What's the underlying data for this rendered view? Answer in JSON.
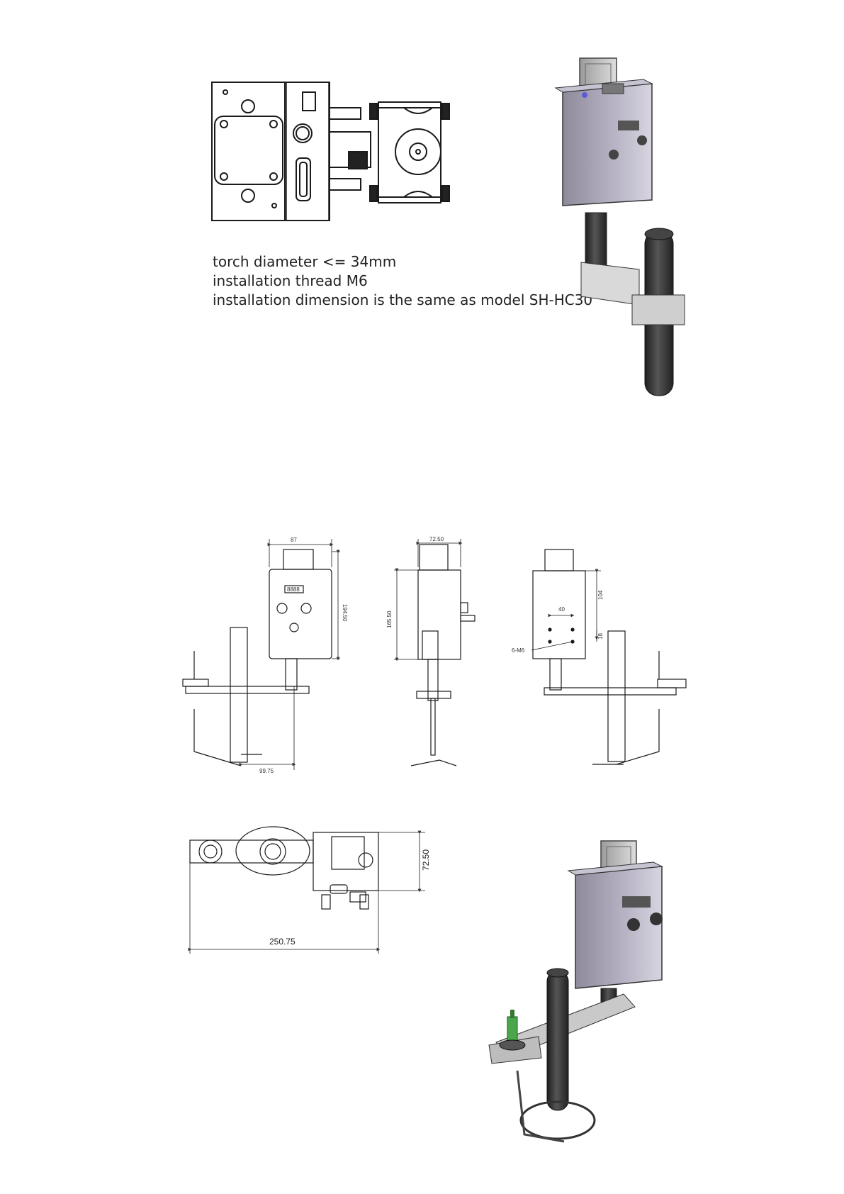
{
  "spec_notes": [
    "torch diameter <= 34mm",
    "installation thread M6",
    "installation dimension is the same as model SH-HC30"
  ],
  "dimensions": {
    "front_width": "87",
    "front_height": "194.50",
    "front_offset": "99.75",
    "side_width": "72.50",
    "side_height": "165.50",
    "rear_height": "104",
    "rear_hole_spacing": "40",
    "rear_hole_offset": "18",
    "rear_thread": "6-M6",
    "top_depth": "72.50",
    "top_length": "250.75"
  },
  "front_panel_display": "8888",
  "colors": {
    "line": "#1a1a1a",
    "housing": "#a9a6b6",
    "pole": "#3a3a3a"
  }
}
